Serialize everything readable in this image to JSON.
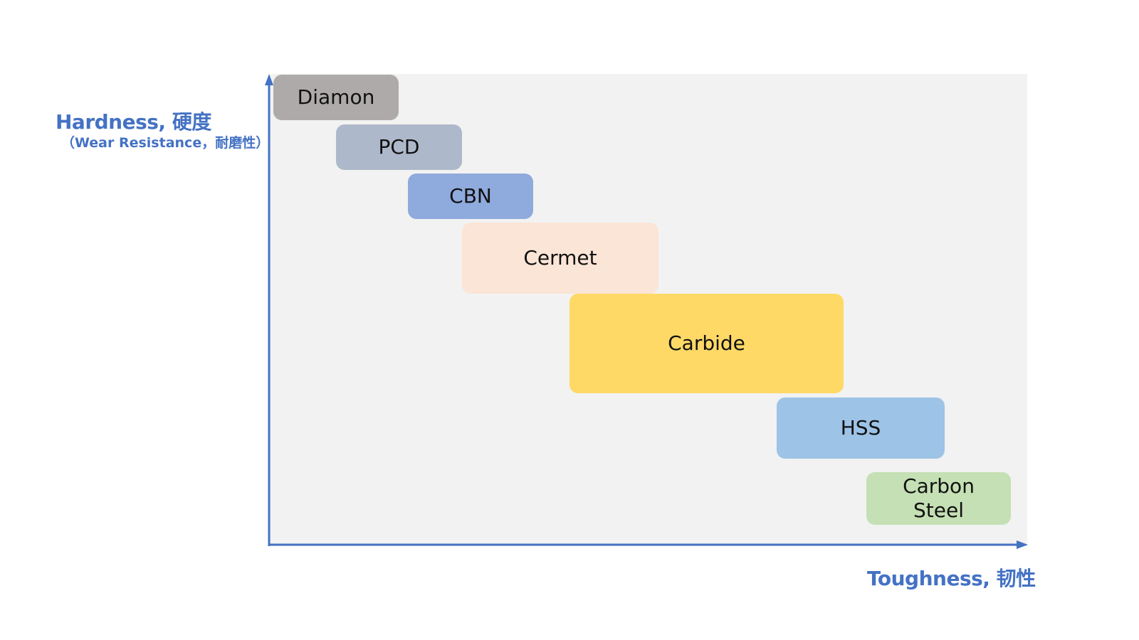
{
  "axes": {
    "y_title": "Hardness, 硬度",
    "y_subtitle": "（Wear Resistance，耐磨性）",
    "x_title": "Toughness, 韧性",
    "axis_color": "#4472c4",
    "background_color": "#f2f2f2"
  },
  "materials": [
    {
      "label": "Diamon",
      "color": "#aeaaaa"
    },
    {
      "label": "PCD",
      "color": "#adb9ca"
    },
    {
      "label": "CBN",
      "color": "#8faadc"
    },
    {
      "label": "Cermet",
      "color": "#fbe5d6"
    },
    {
      "label": "Carbide",
      "color": "#ffd966"
    },
    {
      "label": "HSS",
      "color": "#9dc3e6"
    },
    {
      "label": "Carbon\nSteel",
      "color": "#c5e0b4"
    }
  ]
}
